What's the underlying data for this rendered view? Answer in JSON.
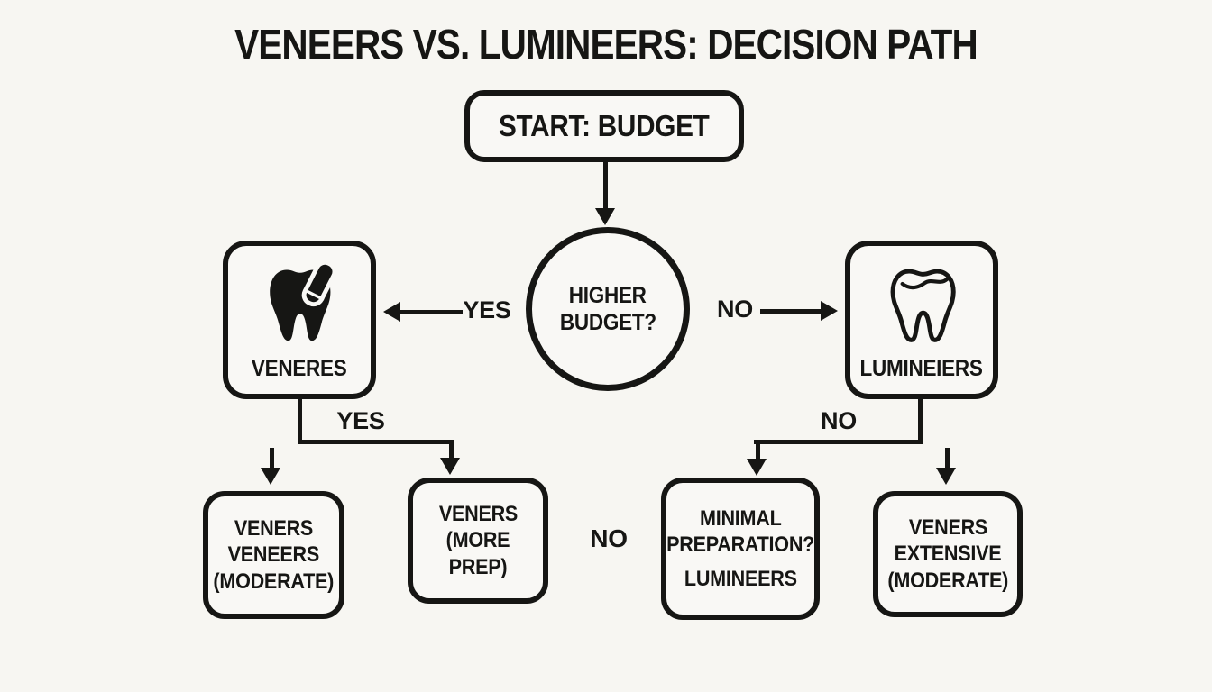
{
  "title": "VENEERS VS. LUMINEERS: DECISION PATH",
  "colors": {
    "background": "#f7f6f2",
    "ink": "#161614"
  },
  "nodes": {
    "start": {
      "label": "START: BUDGET"
    },
    "decision": {
      "line1": "HIGHER",
      "line2": "BUDGET?"
    },
    "veneers": {
      "label": "VENERES",
      "icon": "veneer-tooth-icon"
    },
    "lumineers": {
      "label": "LUMINEIERS",
      "icon": "outline-tooth-icon"
    },
    "outcome_far_left": {
      "line1": "VENERS",
      "line2": "VENEERS",
      "line3": "(MODERATE)"
    },
    "outcome_left": {
      "line1": "VENERS",
      "line2": "(MORE PREP)"
    },
    "outcome_right": {
      "line1": "MINIMAL",
      "line2": "PREPARATION?",
      "line3": "LUMINEERS"
    },
    "outcome_far_right": {
      "line1": "VENERS",
      "line2": "EXTENSIVE",
      "line3": "(MODERATE)"
    }
  },
  "edge_labels": {
    "decision_yes": "YES",
    "decision_no": "NO",
    "veneers_branch_yes": "YES",
    "lumineers_branch_no": "NO",
    "middle_no": "NO"
  }
}
